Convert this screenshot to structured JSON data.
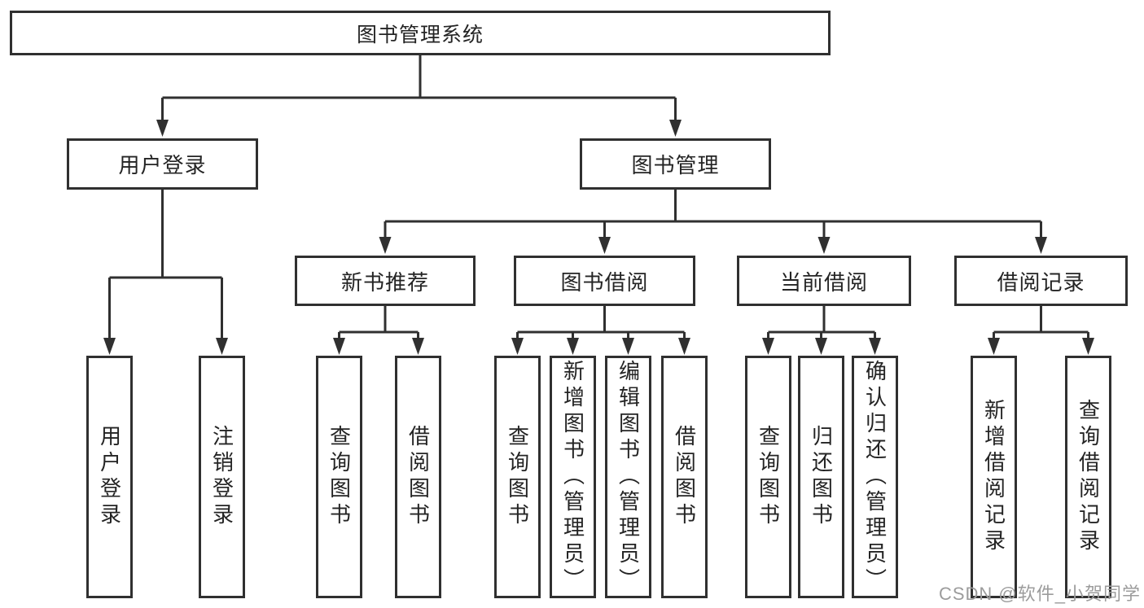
{
  "tree": {
    "root": {
      "label": "图书管理系统"
    },
    "branches": [
      {
        "label": "用户登录",
        "children": [
          {
            "label": "用户登录"
          },
          {
            "label": "注销登录"
          }
        ]
      },
      {
        "label": "图书管理",
        "sections": [
          {
            "label": "新书推荐",
            "children": [
              {
                "label": "查询图书"
              },
              {
                "label": "借阅图书"
              }
            ]
          },
          {
            "label": "图书借阅",
            "children": [
              {
                "label": "查询图书"
              },
              {
                "label": "新增图书（管理员）"
              },
              {
                "label": "编辑图书（管理员）"
              },
              {
                "label": "借阅图书"
              }
            ]
          },
          {
            "label": "当前借阅",
            "children": [
              {
                "label": "查询图书"
              },
              {
                "label": "归还图书"
              },
              {
                "label": "确认归还（管理员）"
              }
            ]
          },
          {
            "label": "借阅记录",
            "children": [
              {
                "label": "新增借阅记录"
              },
              {
                "label": "查询借阅记录"
              }
            ]
          }
        ]
      }
    ]
  },
  "watermark": {
    "text": "CSDN @软件_小贺同学"
  },
  "colors": {
    "line": "#303030",
    "box_border": "#303030",
    "text": "#242424",
    "watermark": "#9c9c9c",
    "background": "#ffffff"
  }
}
